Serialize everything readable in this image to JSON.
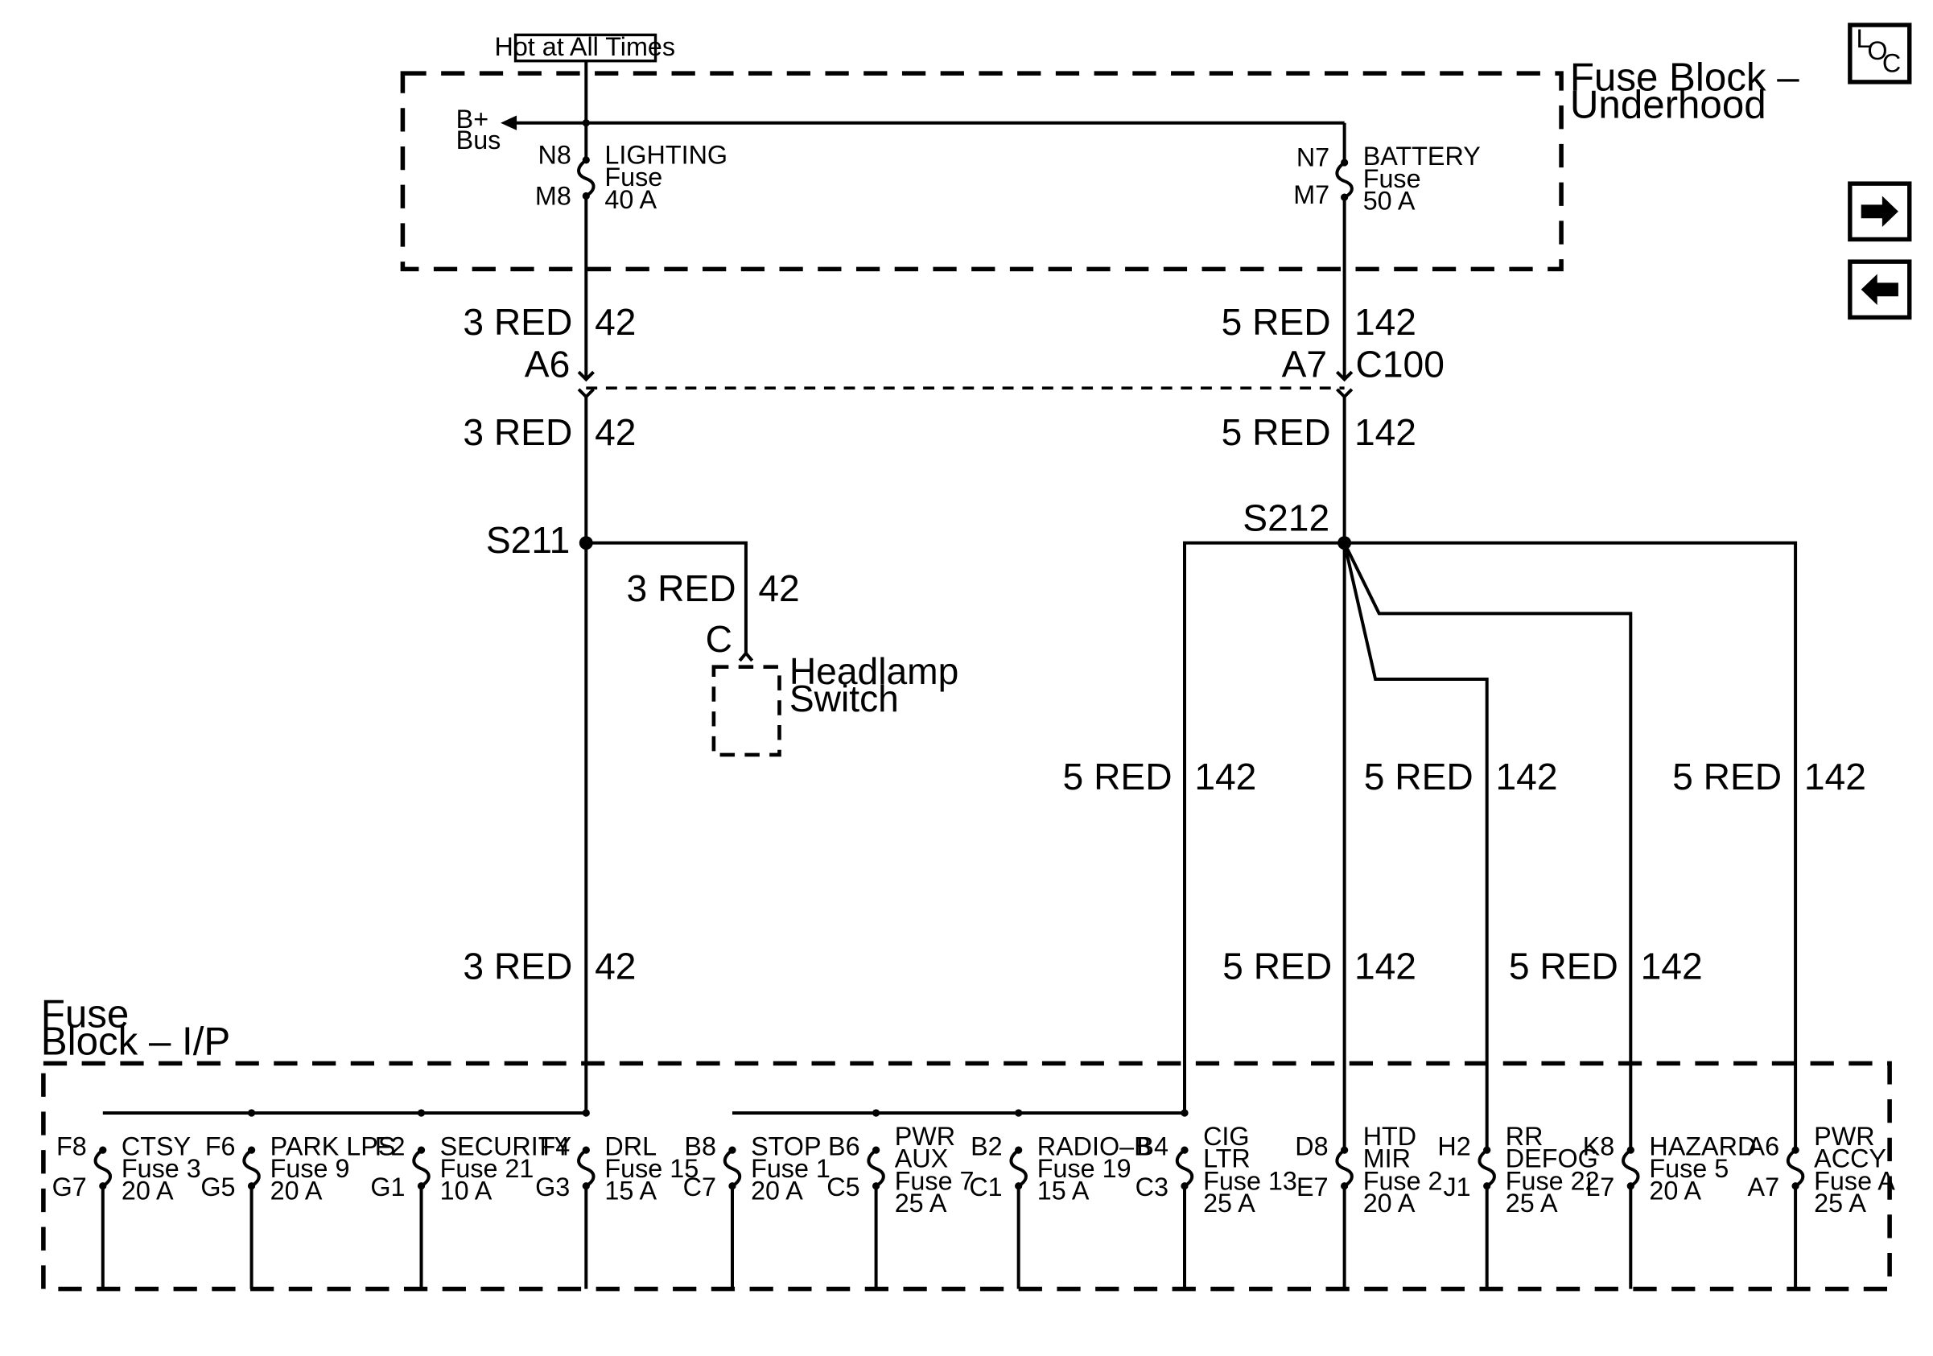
{
  "power_source_label": "Hot at All Times",
  "underhood_block": {
    "title_line1": "Fuse Block –",
    "title_line2": "Underhood",
    "bus_line1": "B+",
    "bus_line2": "Bus",
    "lighting_fuse": {
      "pin_in": "N8",
      "pin_out": "M8",
      "name": "LIGHTING",
      "kind": "Fuse",
      "rating": "40 A"
    },
    "battery_fuse": {
      "pin_in": "N7",
      "pin_out": "M7",
      "name": "BATTERY",
      "kind": "Fuse",
      "rating": "50 A"
    }
  },
  "left_circuit": {
    "wire": "3 RED",
    "circuit": "42",
    "connector_pin": "A6",
    "splice": "S211",
    "branch_wire": "3 RED",
    "branch_circuit": "42",
    "switch_pin": "C",
    "switch_line1": "Headlamp",
    "switch_line2": "Switch"
  },
  "right_circuit": {
    "wire": "5 RED",
    "circuit": "142",
    "connector_pin": "A7",
    "connector": "C100",
    "splice": "S212"
  },
  "ip_block": {
    "title_line1": "Fuse",
    "title_line2": "Block – I/P",
    "fuses": [
      {
        "pin_in": "F8",
        "pin_out": "G7",
        "lines": [
          "CTSY",
          "Fuse 3",
          "20 A"
        ]
      },
      {
        "pin_in": "F6",
        "pin_out": "G5",
        "lines": [
          "PARK LPS",
          "Fuse 9",
          "20 A"
        ]
      },
      {
        "pin_in": "F2",
        "pin_out": "G1",
        "lines": [
          "SECURITY",
          "Fuse 21",
          "10 A"
        ]
      },
      {
        "pin_in": "F4",
        "pin_out": "G3",
        "lines": [
          "DRL",
          "Fuse 15",
          "15 A"
        ]
      },
      {
        "pin_in": "B8",
        "pin_out": "C7",
        "lines": [
          "STOP",
          "Fuse 1",
          "20 A"
        ]
      },
      {
        "pin_in": "B6",
        "pin_out": "C5",
        "lines": [
          "PWR",
          "AUX",
          "Fuse 7",
          "25 A"
        ]
      },
      {
        "pin_in": "B2",
        "pin_out": "C1",
        "lines": [
          "RADIO–B",
          "Fuse 19",
          "15 A"
        ]
      },
      {
        "pin_in": "B4",
        "pin_out": "C3",
        "lines": [
          "CIG",
          "LTR",
          "Fuse 13",
          "25 A"
        ]
      },
      {
        "pin_in": "D8",
        "pin_out": "E7",
        "lines": [
          "HTD",
          "MIR",
          "Fuse 2",
          "20 A"
        ]
      },
      {
        "pin_in": "H2",
        "pin_out": "J1",
        "lines": [
          "RR",
          "DEFOG",
          "Fuse 22",
          "25 A"
        ]
      },
      {
        "pin_in": "K8",
        "pin_out": "L7",
        "lines": [
          "HAZARD",
          "Fuse 5",
          "20 A"
        ]
      },
      {
        "pin_in": "A6",
        "pin_out": "A7",
        "lines": [
          "PWR",
          "ACCY",
          "Fuse A",
          "25 A"
        ]
      }
    ]
  },
  "nav": {
    "loc_letters": [
      "L",
      "O",
      "C"
    ],
    "next_icon": "arrow-right-icon",
    "prev_icon": "arrow-left-icon"
  }
}
